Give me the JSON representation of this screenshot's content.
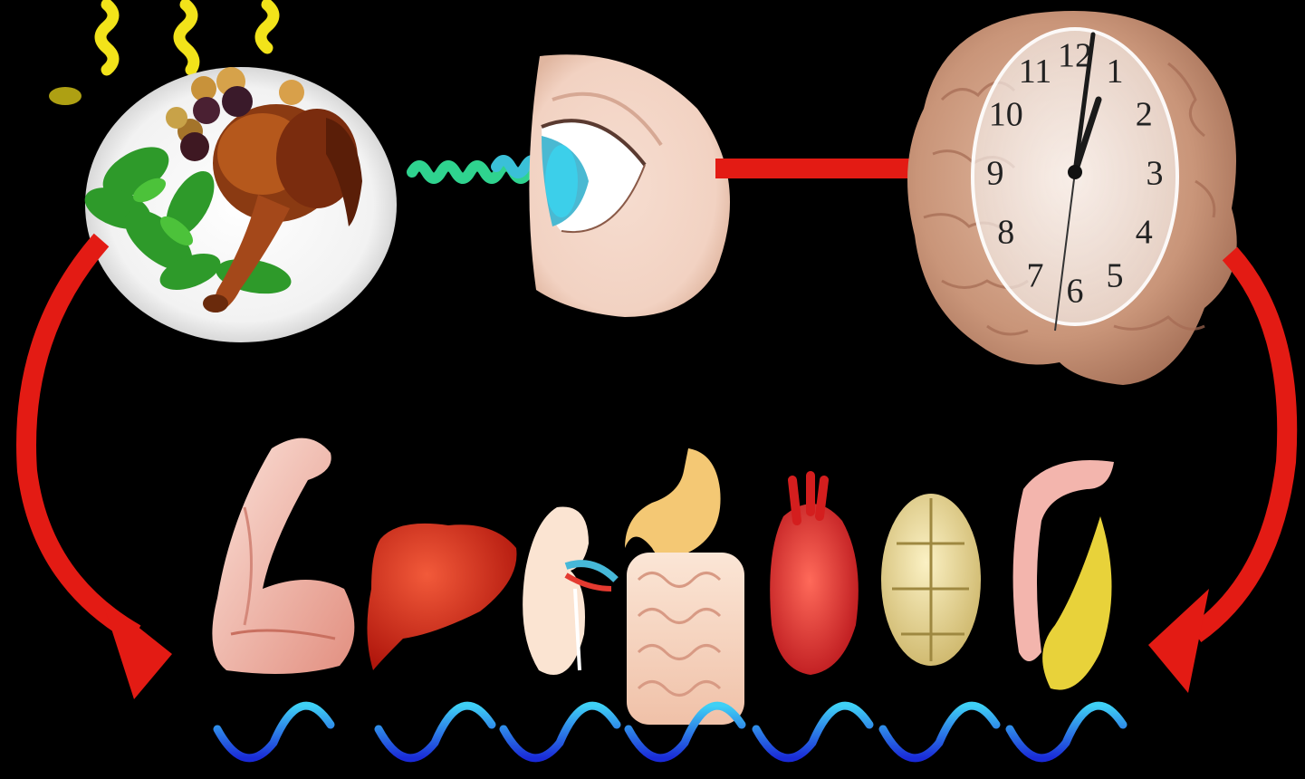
{
  "colors": {
    "background": "#000000",
    "arrow": "#e31b14",
    "wave_light": "#3fc8f0",
    "wave_dark": "#1a2bd8",
    "light_signal": "#2fd38f",
    "sun_rays": "#f2e31a"
  },
  "clock": {
    "numbers": [
      "12",
      "1",
      "2",
      "3",
      "4",
      "5",
      "6",
      "7",
      "8",
      "9",
      "10",
      "11"
    ]
  },
  "elements": {
    "food": "plate-of-food-icon",
    "eye": "eye-icon",
    "brain": "brain-icon",
    "clock": "clock-icon",
    "organs": [
      "muscle-icon",
      "liver-icon",
      "kidney-icon",
      "stomach-intestine-icon",
      "heart-icon",
      "fat-tissue-icon",
      "pancreas-icon"
    ]
  }
}
